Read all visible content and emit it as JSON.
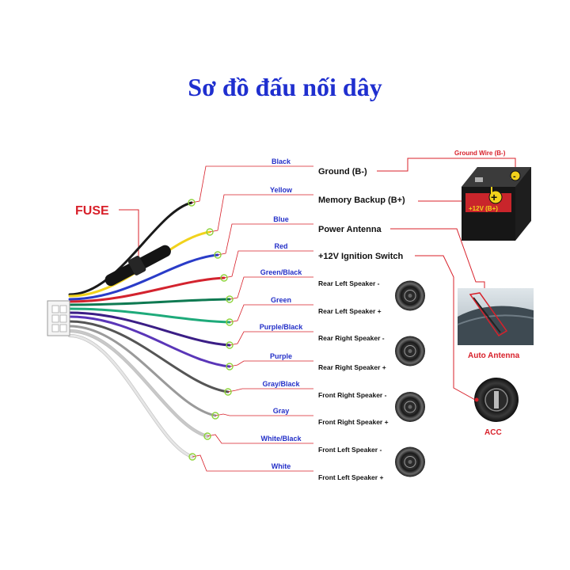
{
  "title": "Sơ đồ đấu nối dây",
  "fuse_label": "FUSE",
  "ground_wire_label": "Ground Wire (B-)",
  "battery_text": "+12V (B+)",
  "auto_antenna_label": "Auto Antenna",
  "acc_label": "ACC",
  "colors": {
    "title": "#1f2fcf",
    "wire_label": "#2430c8",
    "red_line": "#d8202a"
  },
  "wires": [
    {
      "color_name": "Black",
      "function": "Ground (B-)",
      "wire_color": "#1a1a1a",
      "icon": ""
    },
    {
      "color_name": "Yellow",
      "function": "Memory Backup (B+)",
      "wire_color": "#f1d21c",
      "icon": ""
    },
    {
      "color_name": "Blue",
      "function": "Power Antenna",
      "wire_color": "#2a3cc8",
      "icon": ""
    },
    {
      "color_name": "Red",
      "function": "+12V Ignition Switch",
      "wire_color": "#d3232e",
      "icon": ""
    },
    {
      "color_name": "Green/Black",
      "function": "Rear Left Speaker -",
      "wire_color": "#0f7a52",
      "icon": "speaker-icon"
    },
    {
      "color_name": "Green",
      "function": "Rear Left Speaker +",
      "wire_color": "#1eaa7a",
      "icon": ""
    },
    {
      "color_name": "Purple/Black",
      "function": "Rear Right Speaker -",
      "wire_color": "#3b1e86",
      "icon": "speaker-icon"
    },
    {
      "color_name": "Purple",
      "function": "Rear Right Speaker +",
      "wire_color": "#5a36b8",
      "icon": ""
    },
    {
      "color_name": "Gray/Black",
      "function": "Front Right Speaker -",
      "wire_color": "#555555",
      "icon": "speaker-icon"
    },
    {
      "color_name": "Gray",
      "function": "Front Right Speaker +",
      "wire_color": "#9a9a9a",
      "icon": ""
    },
    {
      "color_name": "White/Black",
      "function": "Front Left Speaker -",
      "wire_color": "#c8c8c8",
      "icon": "speaker-icon"
    },
    {
      "color_name": "White",
      "function": "Front Left Speaker +",
      "wire_color": "#e6e6e6",
      "icon": ""
    }
  ]
}
